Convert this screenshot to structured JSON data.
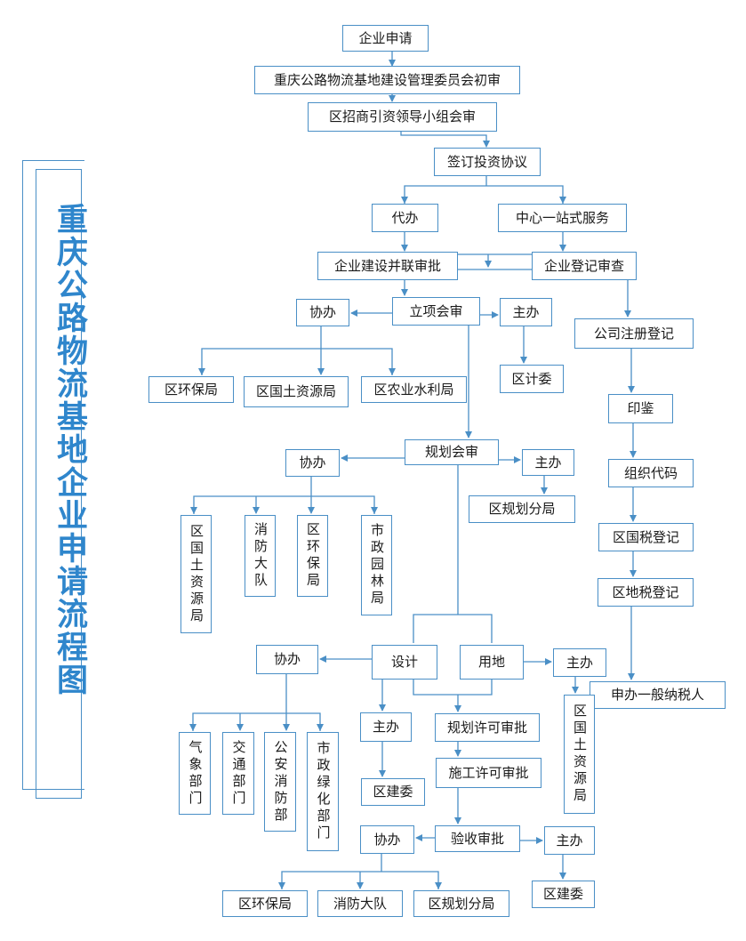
{
  "title": "重庆公路物流基地企业申请流程图",
  "colors": {
    "line": "#4a8fc6",
    "title": "#2f86cc",
    "text": "#1a1a1a"
  },
  "nodes": {
    "apply": "企业申请",
    "initial_review": "重庆公路物流基地建设管理委员会初审",
    "district_group_review": "区招商引资领导小组会审",
    "sign_agreement": "签订投资协议",
    "agent": "代办",
    "one_stop": "中心一站式服务",
    "parallel_approval": "企业建设并联审批",
    "registration_review": "企业登记审查",
    "project_meeting": "立项会审",
    "assist_1": "协办",
    "lead_1": "主办",
    "dist_env_1": "区环保局",
    "dist_land_1": "区国土资源局",
    "dist_agri": "区农业水利局",
    "dist_planning_committee": "区计委",
    "company_register": "公司注册登记",
    "seal": "印鉴",
    "org_code": "组织代码",
    "national_tax": "区国税登记",
    "local_tax": "区地税登记",
    "general_taxpayer": "申办一般纳税人",
    "planning_meeting": "规划会审",
    "assist_2": "协办",
    "lead_2": "主办",
    "dist_planning_bureau_1": "区规划分局",
    "dist_land_2": "区国土资源局",
    "fire_brigade_1": "消防大队",
    "dist_env_2": "区环保局",
    "municipal_garden": "市政园林局",
    "design": "设计",
    "land_use": "用地",
    "assist_3": "协办",
    "lead_3": "主办",
    "meteorology": "气象部门",
    "traffic": "交通部门",
    "public_security_fire": "公安消防部",
    "municipal_greening": "市政绿化部门",
    "lead_4": "主办",
    "planning_permit": "规划许可审批",
    "dist_construction_1": "区建委",
    "construction_permit": "施工许可审批",
    "dist_land_3": "区国土资源局",
    "acceptance": "验收审批",
    "assist_4": "协办",
    "lead_5": "主办",
    "dist_construction_2": "区建委",
    "dist_env_3": "区环保局",
    "fire_brigade_2": "消防大队",
    "dist_planning_bureau_2": "区规划分局"
  }
}
